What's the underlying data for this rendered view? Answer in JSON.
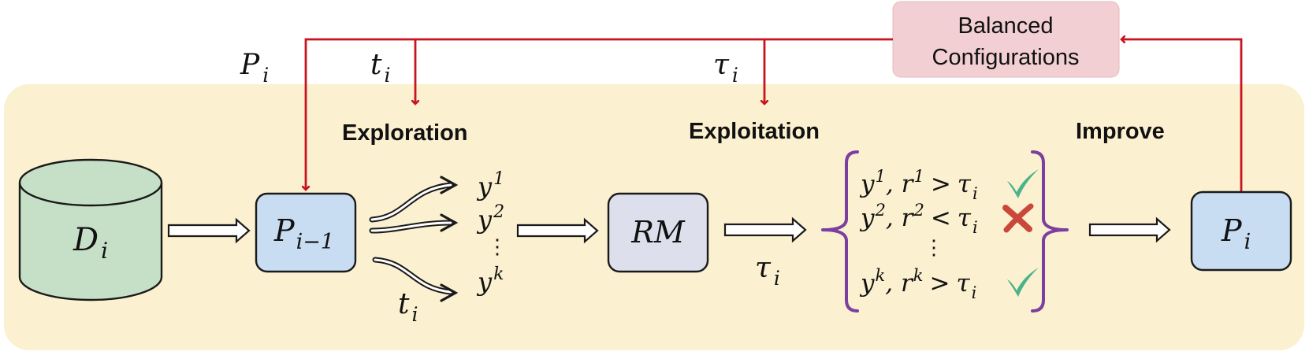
{
  "colors": {
    "background_panel": "#fbf0cf",
    "feedback_arrow": "#c8141e",
    "brace": "#7b3fa0",
    "policy_box": "#c8dcf2",
    "rm_box": "#dde0ec",
    "dataset": "#c6e0c8",
    "config_box": "#f2cfd3",
    "check": "#4bb38a",
    "cross": "#c9483a"
  },
  "sections": {
    "exploration": "Exploration",
    "exploitation": "Exploitation",
    "improve": "Improve"
  },
  "config": {
    "line1": "Balanced",
    "line2": "Configurations"
  },
  "nodes": {
    "dataset": {
      "main": "D",
      "sub": "i"
    },
    "policy_prev": {
      "main": "P",
      "sub": "i−1"
    },
    "reward_model": {
      "main": "RM"
    },
    "policy_new": {
      "main": "P",
      "sub": "i"
    }
  },
  "feedback_labels": {
    "p": {
      "main": "P",
      "sub": "i"
    },
    "t": {
      "main": "t",
      "sub": "i"
    },
    "tau": {
      "main": "τ",
      "sub": "i"
    }
  },
  "sampling_label": {
    "main": "t",
    "sub": "i"
  },
  "threshold_label": {
    "main": "τ",
    "sub": "i"
  },
  "samples": [
    {
      "main": "y",
      "sup": "1"
    },
    {
      "main": "y",
      "sup": "2"
    },
    {
      "ellipsis": "⋮"
    },
    {
      "main": "y",
      "sup": "k"
    }
  ],
  "judgements": [
    {
      "y": "y",
      "y_sup": "1",
      "r": "r",
      "r_sup": "1",
      "op": ">",
      "tau": "τ",
      "tau_sub": "i",
      "verdict": "check"
    },
    {
      "y": "y",
      "y_sup": "2",
      "r": "r",
      "r_sup": "2",
      "op": "<",
      "tau": "τ",
      "tau_sub": "i",
      "verdict": "cross"
    },
    {
      "ellipsis": "⋮"
    },
    {
      "y": "y",
      "y_sup": "k",
      "r": "r",
      "r_sup": "k",
      "op": ">",
      "tau": "τ",
      "tau_sub": "i",
      "verdict": "check"
    }
  ]
}
